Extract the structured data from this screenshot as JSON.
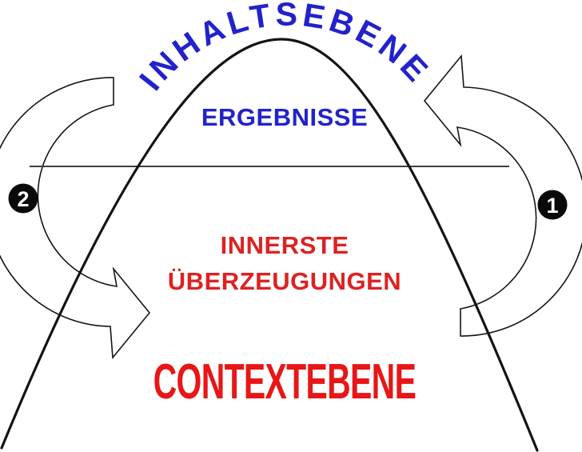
{
  "diagram": {
    "arched_title": "INHALTSEBENE",
    "results_label": "ERGEBNISSE",
    "convictions_line1": "INNERSTE",
    "convictions_line2": "ÜBERZEUGUNGEN",
    "context_label": "CONTEXTEBENE",
    "left_badge": "2",
    "right_badge": "1",
    "colors": {
      "blue": "#2222cc",
      "red": "#dd2222",
      "context_red": "#e81616",
      "ink": "#141414",
      "divider_gray": "#3d3d3d",
      "badge_black": "#0a0a0a",
      "badge_text": "#ffffff"
    }
  }
}
